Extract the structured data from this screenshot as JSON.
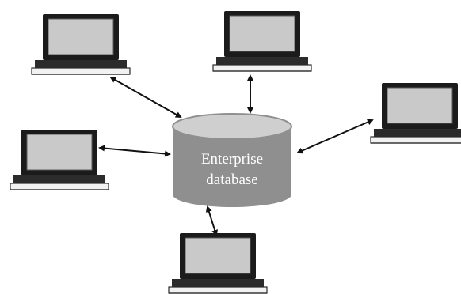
{
  "database": {
    "label_line1": "Enterprise",
    "label_line2": "database",
    "fill_color": "#8f8f8f",
    "top_color": "#cfcfcf",
    "text_color": "#ffffff"
  },
  "laptops": [
    {
      "id": "top-left"
    },
    {
      "id": "top-center"
    },
    {
      "id": "right"
    },
    {
      "id": "left"
    },
    {
      "id": "bottom"
    }
  ],
  "connections": [
    {
      "from": "top-left",
      "to": "database",
      "bidirectional": true
    },
    {
      "from": "top-center",
      "to": "database",
      "bidirectional": true
    },
    {
      "from": "right",
      "to": "database",
      "bidirectional": true
    },
    {
      "from": "left",
      "to": "database",
      "bidirectional": true
    },
    {
      "from": "bottom",
      "to": "database",
      "bidirectional": true
    }
  ]
}
